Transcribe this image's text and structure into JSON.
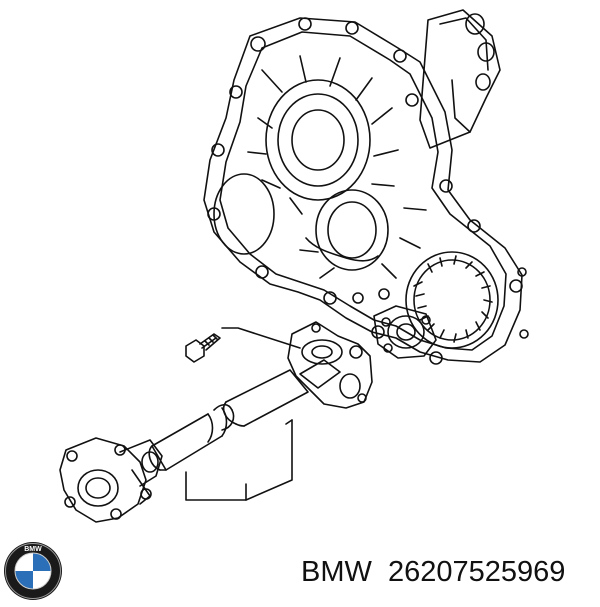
{
  "illustration": {
    "subject": "transfer-case-with-front-driveshaft",
    "line_color": "#111111",
    "background_color": "#ffffff"
  },
  "logo": {
    "brand_text": "BMW",
    "colors": {
      "ring": "#1a1a1a",
      "blue": "#2a6fb8",
      "white": "#ffffff"
    }
  },
  "caption": {
    "brand": "BMW",
    "part_number": "26207525969"
  }
}
